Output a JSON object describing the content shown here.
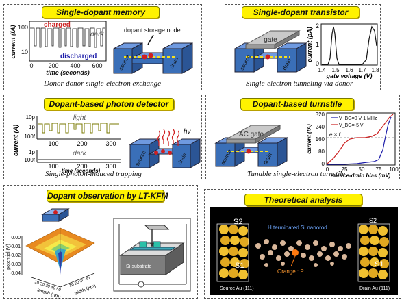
{
  "panels": {
    "memory": {
      "title": "Single-dopant memory",
      "caption": "Donor-donor single-electron exchange",
      "ylabel": "current (fA)",
      "xlabel": "time (seconds)",
      "yticks": [
        "100",
        "10"
      ],
      "xticks": [
        "0",
        "200",
        "400",
        "600"
      ],
      "state_high": "charged",
      "state_low": "discharged",
      "dark": "dark",
      "node_label": "dopant storage node",
      "source": "source",
      "drain": "drain"
    },
    "transistor": {
      "title": "Single-dopant transistor",
      "caption": "Single-electron tunneling via donor",
      "gate": "gate",
      "source": "source",
      "drain": "drain",
      "ylabel": "current (pA)",
      "xlabel": "gate voltage (V)",
      "yticks": [
        "2",
        "1",
        "0"
      ],
      "xticks": [
        "1.4",
        "1.5",
        "1.6",
        "1.7",
        "1.8"
      ]
    },
    "photon": {
      "title": "Dopant-based photon detector",
      "caption": "Single-photon-induced trapping",
      "ylabel": "current (A)",
      "xlabel": "time (seconds)",
      "light": "light",
      "dark": "dark",
      "yticks_top": [
        "10p",
        "1p",
        "100f"
      ],
      "yticks_bot": [
        "1p",
        "100f"
      ],
      "xticks": [
        "100",
        "200",
        "300"
      ],
      "hv": "hν",
      "source": "source",
      "drain": "drain"
    },
    "turnstile": {
      "title": "Dopant-based turnstile",
      "caption": "Tunable single-electron turnstile",
      "gate": "AC gate",
      "source": "source",
      "drain": "drain",
      "ylabel": "current (fA)",
      "xlabel": "source-drain bias (mV)",
      "yticks": [
        "320",
        "240",
        "160",
        "80",
        "0"
      ],
      "xticks": [
        "0",
        "25",
        "50",
        "75",
        "100"
      ],
      "legend1": "V_BG=0 V  1 MHz",
      "legend2": "V_BG=-5 V",
      "ef": "e × f"
    },
    "kfm": {
      "title": "Dopant observation by LT-KFM",
      "zlabel": "potential (V)",
      "zticks": [
        "0.00",
        "-0.01",
        "-0.02",
        "-0.03",
        "-0.04"
      ],
      "length_label": "length (nm)",
      "width_label": "width (nm)",
      "length_ticks": "10 20 30 40 50",
      "width_ticks": "10 20 30 40",
      "substrate": "Si-substrate"
    },
    "theory": {
      "title": "Theoretical analysis",
      "s2": "S2",
      "s1_left": "S1",
      "s1_right": "S1",
      "nanorod": "H terminated Si nanorod",
      "dopant": "Orange : P",
      "source_au": "Source Au (111)",
      "drain_au": "Drain Au (111)",
      "s2_right": "S2"
    }
  },
  "colors": {
    "title_bg": "#fff200",
    "device_blue": "#3a6fb8",
    "dopant_red": "#d02020",
    "plot_black": "#111111",
    "plot_blue": "#1a1aa8",
    "plot_red": "#cc2222",
    "light_trace": "#7a7a00",
    "dark_bg": "#000000",
    "au_gold": "#f0c030"
  }
}
